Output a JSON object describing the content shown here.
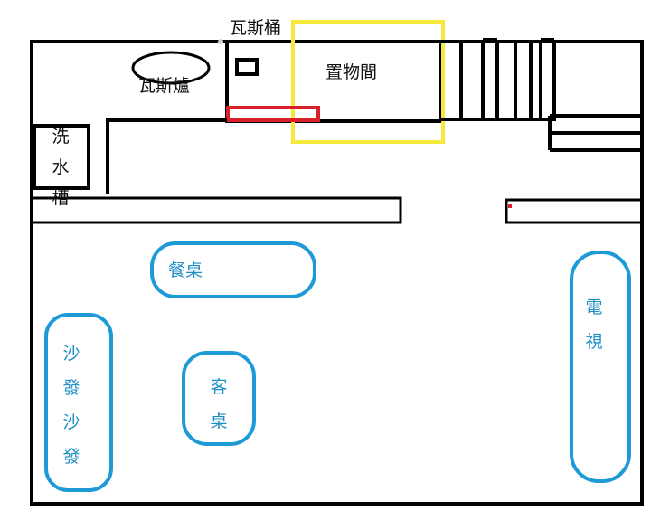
{
  "labels": {
    "gas_tank": "瓦斯桶",
    "gas_stove": "瓦斯爐",
    "storage_room": "置物間",
    "sink": "洗水槽",
    "dining_table": "餐桌",
    "sofa": "沙發沙發",
    "coffee_table": "客桌",
    "tv": "電視"
  },
  "colors": {
    "outline": "#000000",
    "furniture": "#1e9bd7",
    "highlight_yellow": "#f5ea3c",
    "highlight_red": "#d9202a"
  }
}
